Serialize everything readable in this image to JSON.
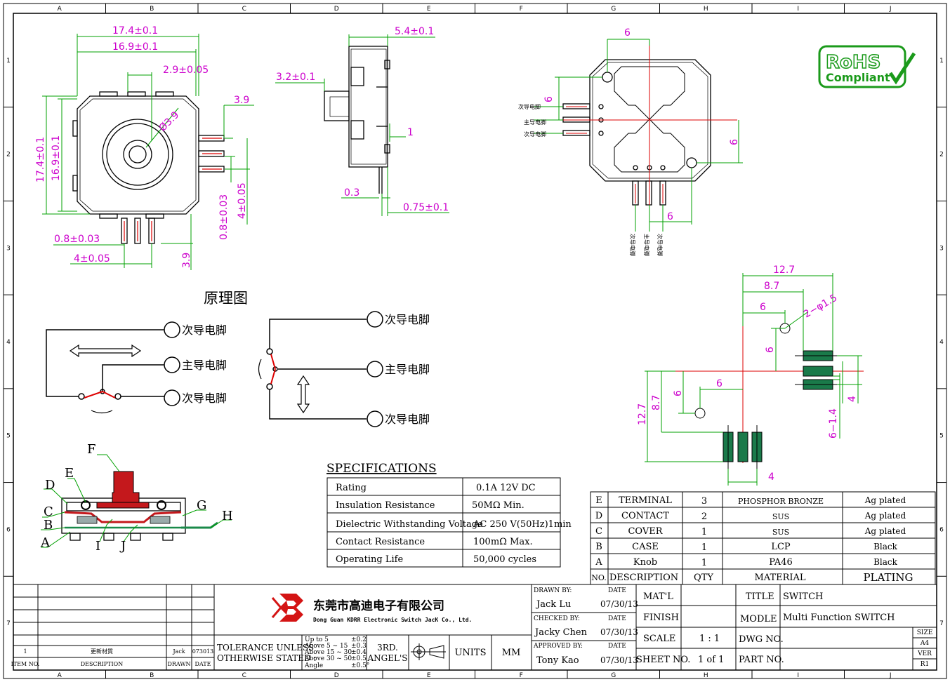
{
  "grid": {
    "columns": [
      "A",
      "B",
      "C",
      "D",
      "E",
      "F",
      "G",
      "H",
      "I",
      "J"
    ],
    "rows": [
      "1",
      "2",
      "3",
      "4",
      "5",
      "6",
      "7"
    ]
  },
  "top_view": {
    "dims": [
      "17.4±0.1",
      "16.9±0.1",
      "2.9±0.05",
      "3.9",
      "Ø3.9",
      "17.4±0.1",
      "16.9±0.1",
      "4±0.05",
      "0.8±0.03",
      "0.8±0.03",
      "4±0.05",
      "3.9"
    ]
  },
  "side_view": {
    "dims": [
      "5.4±0.1",
      "3.2±0.1",
      "1",
      "0.3",
      "0.75±0.1"
    ]
  },
  "bottom_view": {
    "dims": [
      "6",
      "6",
      "6",
      "6"
    ],
    "pin_labels_left": [
      "次导电脚",
      "主导电脚",
      "次导电脚"
    ],
    "pin_labels_bottom": [
      "次导电脚",
      "主导电脚",
      "次导电脚"
    ]
  },
  "rohs": {
    "line1": "RoHS",
    "line2": "Compliant"
  },
  "schematic": {
    "title": "原理图",
    "left_labels": [
      "次导电脚",
      "主导电脚",
      "次导电脚"
    ],
    "right_labels": [
      "次导电脚",
      "主导电脚",
      "次导电脚"
    ]
  },
  "pcb_layout": {
    "dims": [
      "12.7",
      "8.7",
      "6",
      "2−φ1.5",
      "6",
      "4",
      "6−1.4",
      "12.7",
      "8.7",
      "6",
      "6",
      "4"
    ]
  },
  "section": {
    "letters": [
      "F",
      "E",
      "D",
      "C",
      "B",
      "A",
      "I",
      "J",
      "G",
      "H"
    ]
  },
  "specifications": {
    "title": "SPECIFICATIONS",
    "rows": [
      {
        "label": "Rating",
        "value": "0.1A 12V DC"
      },
      {
        "label": "Insulation Resistance",
        "value": "50MΩ Min."
      },
      {
        "label": "Dielectric Withstanding Voltage",
        "value": "AC 250 V(50Hz)1min"
      },
      {
        "label": "Contact Resistance",
        "value": "100mΩ Max."
      },
      {
        "label": "Operating Life",
        "value": "50,000 cycles"
      }
    ]
  },
  "bom": {
    "rows": [
      {
        "no": "E",
        "desc": "TERMINAL",
        "qty": "3",
        "mat": "PHOSPHOR BRONZE",
        "plating": "Ag plated"
      },
      {
        "no": "D",
        "desc": "CONTACT",
        "qty": "2",
        "mat": "SUS",
        "plating": "Ag plated"
      },
      {
        "no": "C",
        "desc": "COVER",
        "qty": "1",
        "mat": "SUS",
        "plating": "Ag plated"
      },
      {
        "no": "B",
        "desc": "CASE",
        "qty": "1",
        "mat": "LCP",
        "plating": "Black"
      },
      {
        "no": "A",
        "desc": "Knob",
        "qty": "1",
        "mat": "PA46",
        "plating": "Black"
      }
    ],
    "header": {
      "no": "NO.",
      "desc": "DESCRIPTION",
      "qty": "QTY",
      "mat": "MATERIAL",
      "plating": "PLATING"
    }
  },
  "revision": {
    "row": [
      "1",
      "更新材質",
      "Jack",
      "073013"
    ],
    "header": [
      "ITEM NO.",
      "DESCRIPTION",
      "DRAWN",
      "DATE"
    ]
  },
  "company": {
    "name_cn": "东莞市高迪电子有限公司",
    "name_en": "Dong Guan KDRR  Electronic Switch JacK Co., Ltd."
  },
  "tolerance": {
    "line1": "TOLERANCE UNLESS",
    "line2": "OTHERWISE STATED :",
    "ranges": [
      "Up to 5",
      "Above 5  ~ 15",
      "Above 15 ~ 30",
      "Above 30 ~ 50",
      "Angle"
    ],
    "values": [
      "±0.2",
      "±0.3",
      "±0.4",
      "±0.5",
      "±0.5°"
    ],
    "angle_line1": "3RD.",
    "angle_line2": "ANGEL'S",
    "units_label": "UNITS",
    "units_value": "MM"
  },
  "signoff": {
    "drawn_label": "DRAWN BY:",
    "drawn_name": "Jack  Lu",
    "drawn_date": "07/30/13",
    "checked_label": "CHECKED BY:",
    "checked_name": "Jacky Chen",
    "checked_date": "07/30/13",
    "approved_label": "APPROVED BY:",
    "approved_name": "Tony Kao",
    "approved_date": "07/30/13",
    "date_label": "DATE"
  },
  "title_block": {
    "matl_label": "MAT'L",
    "finish_label": "FINISH",
    "scale_label": "SCALE",
    "scale_value": "1 : 1",
    "sheet_label": "SHEET NO.",
    "sheet_value": "1 of 1",
    "title_label": "TITLE",
    "title_value": "SWITCH",
    "model_label": "MODLE",
    "model_value": "Multi Function   SWITCH",
    "dwg_label": "DWG NO.",
    "part_label": "PART NO.",
    "size_label": "SIZE",
    "size_value": "A4",
    "ver_label": "VER",
    "ver_value": "R1"
  }
}
